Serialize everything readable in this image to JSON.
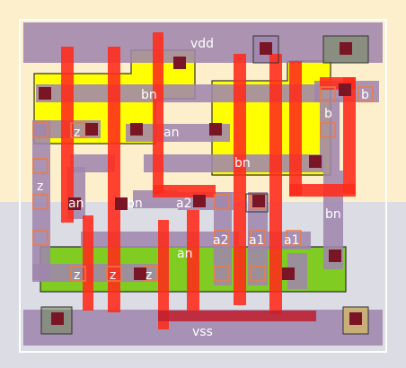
{
  "colors": {
    "nwell": "#fdefcc",
    "pwell": "#dcdce4",
    "boundary": "#ffffff",
    "metal1": "#9f86ad",
    "metal1_border": "#8f7a9f",
    "pdiff": "#ffff00",
    "ndiff": "#80cc22",
    "poly": "#ff2a1a",
    "poly_dark": "#c02030",
    "via": "#7a1525",
    "contact": "#f07a40",
    "outline": "#303030",
    "label": "#ffffff"
  },
  "labels": {
    "vdd": "vdd",
    "vss": "vss",
    "bn_top": "bn",
    "an_top": "an",
    "z_top": "z",
    "bn_right_mid": "bn",
    "b_pin": "b",
    "b_right": "b",
    "z_left": "z",
    "an_mid": "an",
    "bn_mid": "bn",
    "a2_mid": "a2",
    "bn_right": "bn",
    "a2_pin": "a2",
    "a1_pin1": "a1",
    "a1_pin2": "a1",
    "an_low": "an",
    "z_bot1": "z",
    "z_bot2": "z",
    "z_bot3": "z"
  }
}
